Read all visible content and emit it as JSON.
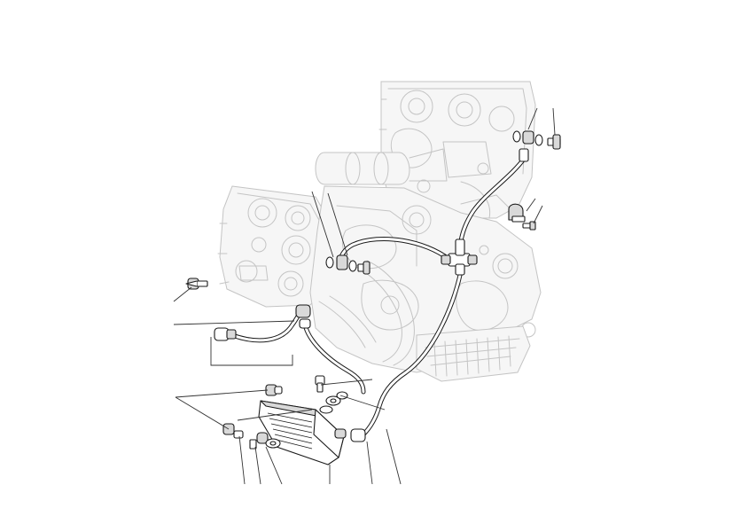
{
  "diagram": {
    "kind": "exploded-parts-view",
    "subject_icon": "engine-oil-cooler-icon",
    "colors": {
      "line": "#1a1a1a",
      "ghost_line": "#c4c4c4",
      "background": "#ffffff"
    },
    "parts": [
      {
        "id": "oil-cooler"
      },
      {
        "id": "upper-hose"
      },
      {
        "id": "lower-hose"
      },
      {
        "id": "left-hose"
      },
      {
        "id": "tee-fitting"
      },
      {
        "id": "banjo-bolt-top-right"
      },
      {
        "id": "banjo-bolt-center"
      },
      {
        "id": "banjo-bolt-left"
      },
      {
        "id": "clamp-bracket"
      },
      {
        "id": "cooler-mount-bolt"
      },
      {
        "id": "cooler-rubber-grommets"
      }
    ]
  }
}
